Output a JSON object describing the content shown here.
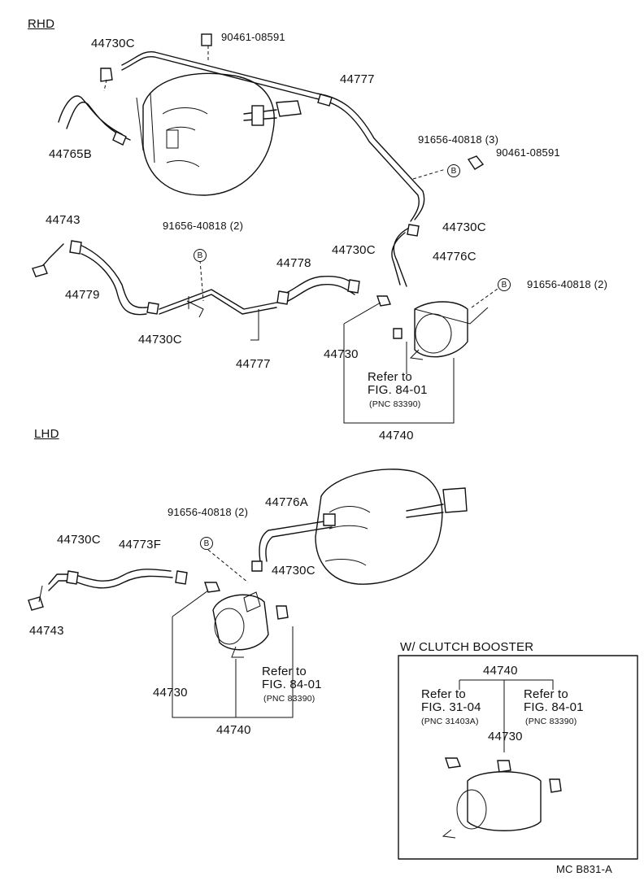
{
  "sections": {
    "rhd": "RHD",
    "lhd": "LHD",
    "clutch": "W/ CLUTCH  BOOSTER"
  },
  "rhd": {
    "p_44730c_a": "44730C",
    "p_90461_a": "90461-08591",
    "p_44777_a": "44777",
    "p_44765b": "44765B",
    "p_91656_3": "91656-40818 (3)",
    "p_90461_b": "90461-08591",
    "p_44743": "44743",
    "p_91656_2a": "91656-40818 (2)",
    "p_44730c_b": "44730C",
    "p_44778": "44778",
    "p_44730c_c": "44730C",
    "p_44776c": "44776C",
    "p_44779": "44779",
    "p_91656_2b": "91656-40818 (2)",
    "p_44730c_d": "44730C",
    "p_44730": "44730",
    "p_44777_b": "44777",
    "refer": "Refer to",
    "fig": "FIG. 84-01",
    "pnc": "(PNC 83390)",
    "p_44740": "44740",
    "b_mark": "B"
  },
  "lhd": {
    "p_91656_2": "91656-40818 (2)",
    "p_44776a": "44776A",
    "p_44730c_a": "44730C",
    "p_44773f": "44773F",
    "p_44730c_b": "44730C",
    "p_44743": "44743",
    "p_44730": "44730",
    "refer": "Refer to",
    "fig": "FIG. 84-01",
    "pnc": "(PNC 83390)",
    "p_44740": "44740",
    "b_mark": "B"
  },
  "clutch": {
    "p_44740": "44740",
    "refer_a": "Refer to",
    "fig_a": "FIG. 31-04",
    "pnc_a": "(PNC 31403A)",
    "refer_b": "Refer to",
    "fig_b": "FIG. 84-01",
    "pnc_b": "(PNC 83390)",
    "p_44730": "44730"
  },
  "footer": {
    "code": "MC  B831-A"
  }
}
